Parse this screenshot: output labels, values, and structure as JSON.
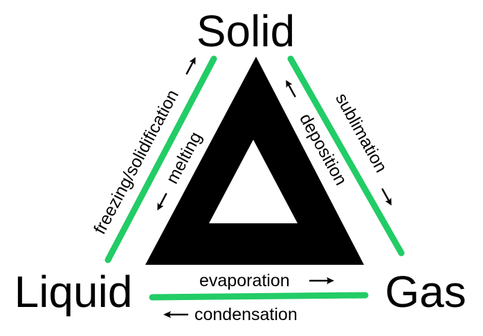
{
  "colors": {
    "background": "#ffffff",
    "triangle": "#000000",
    "path_stroke": "#22cc66",
    "text": "#000000"
  },
  "states": {
    "solid": "Solid",
    "liquid": "Liquid",
    "gas": "Gas"
  },
  "transitions": {
    "freezing": "freezing/solidification",
    "melting": "melting",
    "sublimation": "sublimation",
    "deposition": "deposition",
    "evaporation": "evaporation",
    "condensation": "condensation"
  }
}
